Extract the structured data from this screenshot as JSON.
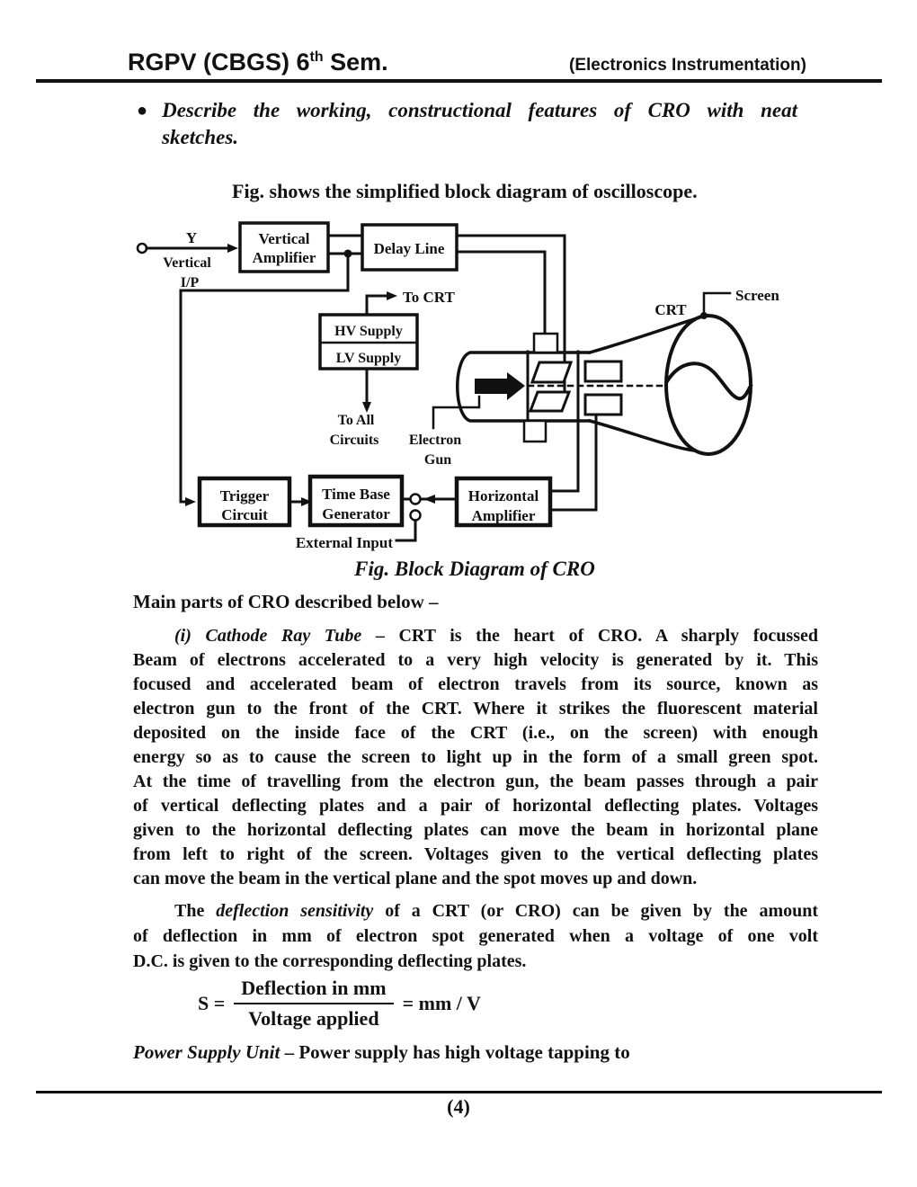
{
  "header": {
    "left_main": "RGPV (CBGS) 6",
    "left_sup": "th",
    "left_tail": " Sem.",
    "right": "(Electronics Instrumentation)"
  },
  "question": {
    "bullet": "●",
    "line1": "Describe the working, constructional features of CRO with neat",
    "line2": "sketches."
  },
  "intro": "Fig.  shows the simplified block diagram of oscilloscope.",
  "diagram": {
    "input_y": "Y",
    "input_vertical": "Vertical",
    "input_ip": "I/P",
    "vertical_amplifier_1": "Vertical",
    "vertical_amplifier_2": "Amplifier",
    "delay_line": "Delay Line",
    "hv_supply": "HV Supply",
    "lv_supply": "LV Supply",
    "to_crt": "To CRT",
    "to_all_1": "To All",
    "to_all_2": "Circuits",
    "electron_1": "Electron",
    "electron_2": "Gun",
    "trigger_1": "Trigger",
    "trigger_2": "Circuit",
    "time_base_1": "Time Base",
    "time_base_2": "Generator",
    "horizontal_1": "Horizontal",
    "horizontal_2": "Amplifier",
    "external_input": "External Input",
    "crt": "CRT",
    "screen": "Screen",
    "caption": "Fig.  Block Diagram of CRO"
  },
  "body": {
    "main_parts": "Main parts of CRO described below –",
    "para1": {
      "lead": "(i)   Cathode Ray Tube",
      "line1_rest": " – CRT is the heart of CRO. A sharply focussed",
      "lines": [
        "Beam of electrons accelerated to a very high velocity is generated by it. This",
        "focused and accelerated beam of electron travels from its source, known as",
        "electron gun to the front of the CRT. Where it strikes the fluorescent material",
        "deposited on the inside face of the CRT (i.e., on the screen) with enough",
        "energy so as to cause the screen to light up in the form of a small green spot.",
        "At the time of travelling from the electron gun, the beam passes through a pair",
        "of vertical deflecting plates and a pair of horizontal deflecting plates. Voltages",
        "given to the horizontal deflecting plates can move the beam in horizontal plane",
        "from left to right of the screen. Voltages given to the vertical deflecting plates",
        "can move the beam in the vertical plane and the spot moves up and down."
      ]
    },
    "para2": {
      "line1_pre": "The ",
      "lead": "deflection sensitivity",
      "line1_rest": " of a CRT (or CRO) can be given by the amount",
      "lines": [
        "of deflection in mm of electron spot generated when a voltage of one volt",
        "D.C. is given to the corresponding deflecting plates."
      ]
    },
    "formula": {
      "lhs": "S =",
      "numerator": "Deflection in mm",
      "denominator": "Voltage applied",
      "rhs": "= mm / V"
    },
    "para3": {
      "lead": "Power Supply Unit",
      "rest": " – Power supply has high voltage tapping to"
    }
  },
  "footer": {
    "page_number": "(4)"
  }
}
